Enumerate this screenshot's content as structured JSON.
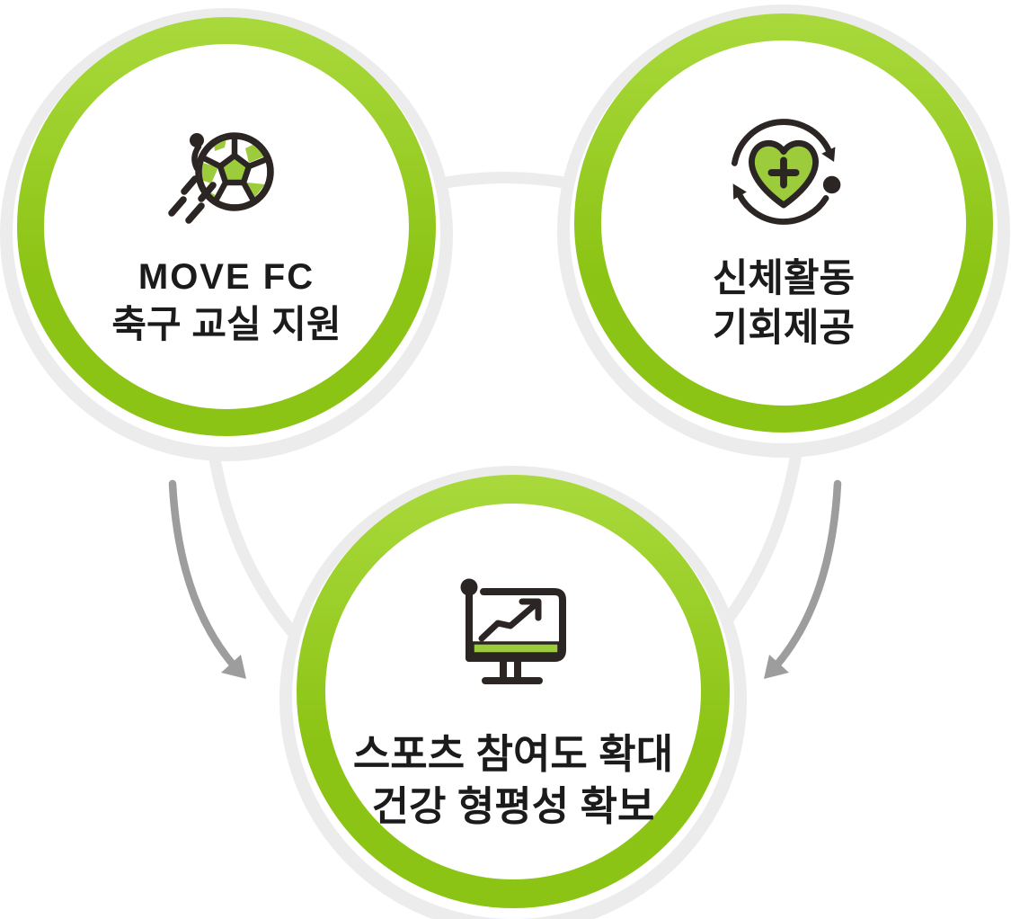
{
  "title": "MOVE FC program outcome diagram",
  "colors": {
    "ring_green": "#8cc415",
    "ring_green_light": "#a9d93c",
    "ring_gray": "#ececec",
    "connector_gray": "#ececec",
    "arrow_gray": "#9d9d9d",
    "icon_dark": "#2b2623",
    "icon_green": "#9ccb3c",
    "text": "#1b1b1b"
  },
  "nodes": [
    {
      "id": "move-fc",
      "icon": "soccer-ball-icon",
      "line1": "MOVE FC",
      "line2": "축구 교실 지원"
    },
    {
      "id": "physical-activity",
      "icon": "heart-plus-refresh-icon",
      "line1": "신체활동",
      "line2": "기회제공"
    },
    {
      "id": "outcome",
      "icon": "growth-chart-monitor-icon",
      "line1": "스포츠 참여도 확대",
      "line2": "건강 형평성 확보"
    }
  ],
  "relations": [
    {
      "from": "move-fc",
      "to": "outcome",
      "type": "arrow"
    },
    {
      "from": "physical-activity",
      "to": "outcome",
      "type": "arrow"
    }
  ]
}
